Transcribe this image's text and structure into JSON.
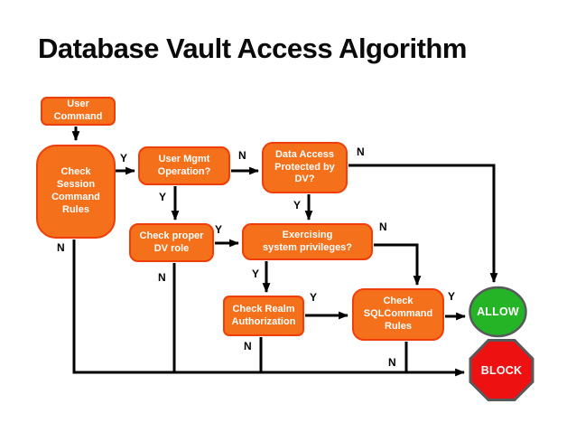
{
  "title": "Database Vault Access Algorithm",
  "colors": {
    "box_fill": "#f4701a",
    "box_border": "#f03e0a",
    "allow_fill": "#24b426",
    "block_fill": "#ee1111",
    "shape_border": "#58595b",
    "line": "#000000"
  },
  "nodes": {
    "user_command": {
      "label": "User\nCommand"
    },
    "check_session": {
      "label": "Check\nSession\nCommand\nRules"
    },
    "user_mgmt": {
      "label": "User Mgmt\nOperation?"
    },
    "data_access": {
      "label": "Data Access\nProtected by\nDV?"
    },
    "check_dv_role": {
      "label": "Check proper\nDV role"
    },
    "exercising": {
      "label": "Exercising\nsystem privileges?"
    },
    "check_realm": {
      "label": "Check Realm\nAuthorization"
    },
    "check_sqlcommand": {
      "label": "Check\nSQLCommand\nRules"
    },
    "allow": {
      "label": "ALLOW"
    },
    "block": {
      "label": "BLOCK"
    }
  },
  "edges": {
    "session_to_usermgmt": "Y",
    "session_to_block": "N",
    "usermgmt_to_dataaccess": "N",
    "usermgmt_to_dvrole": "Y",
    "dataaccess_to_allow": "N",
    "dataaccess_to_exercising": "Y",
    "dvrole_to_exercising": "Y",
    "dvrole_to_block": "N",
    "exercising_to_sqlcommand": "N",
    "exercising_to_realm": "Y",
    "realm_to_sqlcommand": "Y",
    "realm_to_block": "N",
    "sqlcommand_to_allow": "Y",
    "sqlcommand_to_block": "N"
  }
}
